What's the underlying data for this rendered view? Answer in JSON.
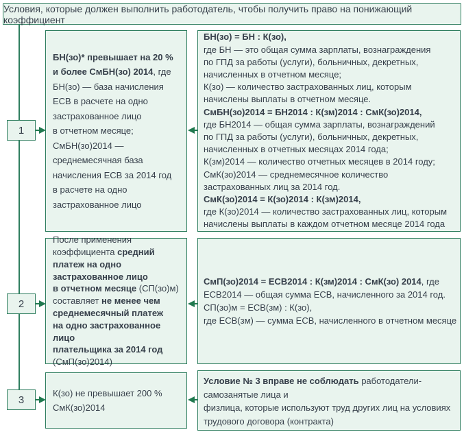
{
  "header": {
    "title": "Условия, которые должен выполнить работодатель, чтобы получить право на понижающий коэффициент"
  },
  "colors": {
    "box_fill": "#e9f4ee",
    "box_border": "#2f7e5f",
    "arrow": "#20794f",
    "text": "#363f4a"
  },
  "rows": [
    {
      "number": "1",
      "condition": [
        {
          "t": "БН(зо)* превышает на 20 %\nи более СмБН(зо) 2014",
          "b": true
        },
        {
          "t": ", где\nБН(зо) — база начисления\nЕСВ в расчете на одно\nзастрахованное лицо\nв отчетном месяце;\nСмБН(зо)2014 —\nсреднемесячная база\nначисления ЕСВ за 2014 год\nв расчете на одно\nзастрахованное лицо",
          "b": false
        }
      ],
      "explanation": [
        {
          "t": "БН(зо) = БН : К(зо),",
          "b": true
        },
        {
          "t": "\nгде БН — это общая сумма зарплаты, вознаграждения\nпо ГПД за работы (услуги), больничных, декретных,\nначисленных в отчетном месяце;\nК(зо) — количество застрахованных лиц, которым\nначислены выплаты в отчетном месяце.\n",
          "b": false
        },
        {
          "t": "СмБН(зо)2014 = БН2014 : К(зм)2014 : СмК(зо)2014,",
          "b": true
        },
        {
          "t": "\nгде БН2014 — общая сумма зарплаты, вознаграждений\nпо ГПД за работы (услуги), больничных, декретных,\nначисленных в отчетных месяцах 2014 года;\nК(зм)2014 — количество отчетных месяцев в 2014 году;\nСмК(зо)2014 — среднемесячное количество\nзастрахованных лиц за 2014 год.\n",
          "b": false
        },
        {
          "t": "СмК(зо)2014 = К(зо)2014 : К(зм)2014,",
          "b": true
        },
        {
          "t": "\nгде К(зо)2014 — количество застрахованных лиц, которым\nначислены выплаты в каждом отчетном месяце 2014 года",
          "b": false
        }
      ]
    },
    {
      "number": "2",
      "condition": [
        {
          "t": "После применения\nкоэффициента ",
          "b": false
        },
        {
          "t": "средний\nплатеж на одно\nзастрахованное лицо\nв отчетном месяце",
          "b": true
        },
        {
          "t": " (СП(зо)м)\nсоставляет ",
          "b": false
        },
        {
          "t": "не менее чем\nсреднемесячный платеж\nна одно застрахованное лицо\nплательщика за 2014 год",
          "b": true
        },
        {
          "t": "\n(СмП(зо)2014)",
          "b": false
        }
      ],
      "explanation": [
        {
          "t": "СмП(зо)2014 = ЕСВ2014 : К(зм)2014 : СмК(зо) 2014",
          "b": true
        },
        {
          "t": ", где\nЕСВ2014 — общая сумма ЕСВ, начисленного за 2014 год.\nСП(зо)м = ЕСВ(зм) : К(зо),\nгде ЕСВ(зм) — сумма ЕСВ, начисленного в отчетном месяце",
          "b": false
        }
      ]
    },
    {
      "number": "3",
      "condition": [
        {
          "t": "К(зо) не превышает 200 %\nСмК(зо)2014",
          "b": false
        }
      ],
      "explanation": [
        {
          "t": "Условие № 3 вправе не соблюдать",
          "b": true
        },
        {
          "t": " работодатели-\nсамозанятые лица и\nфизлица, которые используют труд других лиц на условиях\nтрудового договора (контракта)",
          "b": false
        }
      ]
    }
  ]
}
